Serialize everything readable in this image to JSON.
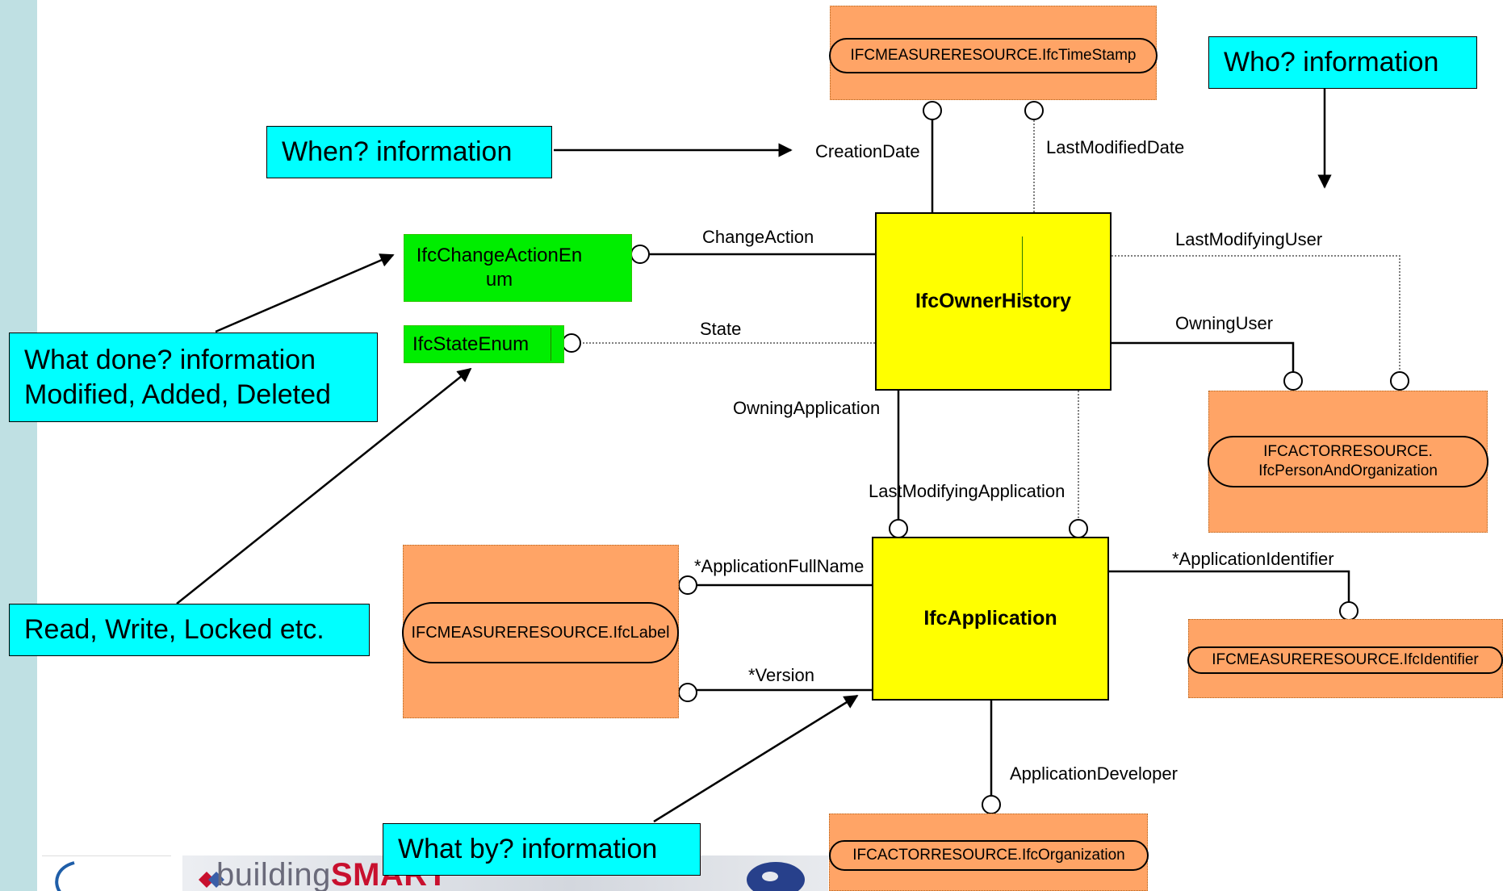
{
  "entities": {
    "owner_history": "IfcOwnerHistory",
    "application": "IfcApplication"
  },
  "resources": {
    "timestamp": "IFCMEASURERESOURCE.IfcTimeStamp",
    "person_org_line1": "IFCACTORRESOURCE.",
    "person_org_line2": "IfcPersonAndOrganization",
    "label": "IFCMEASURERESOURCE.IfcLabel",
    "identifier": "IFCMEASURERESOURCE.IfcIdentifier",
    "organization": "IFCACTORRESOURCE.IfcOrganization"
  },
  "enums": {
    "change_action_line1": "IfcChangeActionEn",
    "change_action_line2": "um",
    "state": "IfcStateEnum"
  },
  "attributes": {
    "creation_date": "CreationDate",
    "last_modified_date": "LastModifiedDate",
    "change_action": "ChangeAction",
    "state": "State",
    "last_modifying_user": "LastModifyingUser",
    "owning_user": "OwningUser",
    "owning_application": "OwningApplication",
    "last_modifying_application": "LastModifyingApplication",
    "application_full_name": "*ApplicationFullName",
    "version": "*Version",
    "application_identifier": "*ApplicationIdentifier",
    "application_developer": "ApplicationDeveloper"
  },
  "notes": {
    "when": "When? information",
    "who": "Who? information",
    "what_done_line1": "What done? information",
    "what_done_line2": "Modified, Added, Deleted",
    "read_write": "Read, Write, Locked etc.",
    "what_by": "What by? information"
  },
  "footer": {
    "brand_prefix": "building",
    "brand_suffix": "SMART"
  },
  "colors": {
    "entity": "#ffff00",
    "resource": "#ffa466",
    "enum": "#00ee00",
    "note": "#00ffff",
    "sidebar": "#bfe0e3"
  }
}
